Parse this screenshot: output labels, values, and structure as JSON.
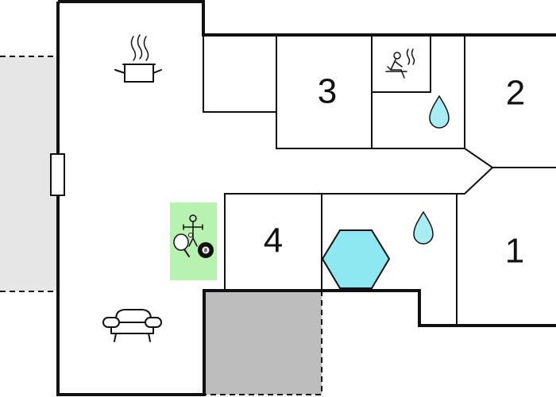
{
  "colors": {
    "wall": "#111111",
    "terrace": "#e6e6e6",
    "covered_area": "#bdbdbd",
    "pool": "#8ee8f2",
    "water_drop": "#a8ecf4",
    "game_area": "#b8f2b0"
  },
  "rooms": [
    {
      "label": "3"
    },
    {
      "label": "2"
    },
    {
      "label": "4"
    },
    {
      "label": "1"
    }
  ],
  "icons": {
    "kitchen": "cooking-pot-icon",
    "sauna": "sauna-icon",
    "bathroom_1": "water-drop-icon",
    "bathroom_2": "water-drop-icon",
    "pool": "hexagon-pool-icon",
    "games": "game-room-icon",
    "living": "sofa-icon",
    "billiard_ball_label": "8"
  }
}
